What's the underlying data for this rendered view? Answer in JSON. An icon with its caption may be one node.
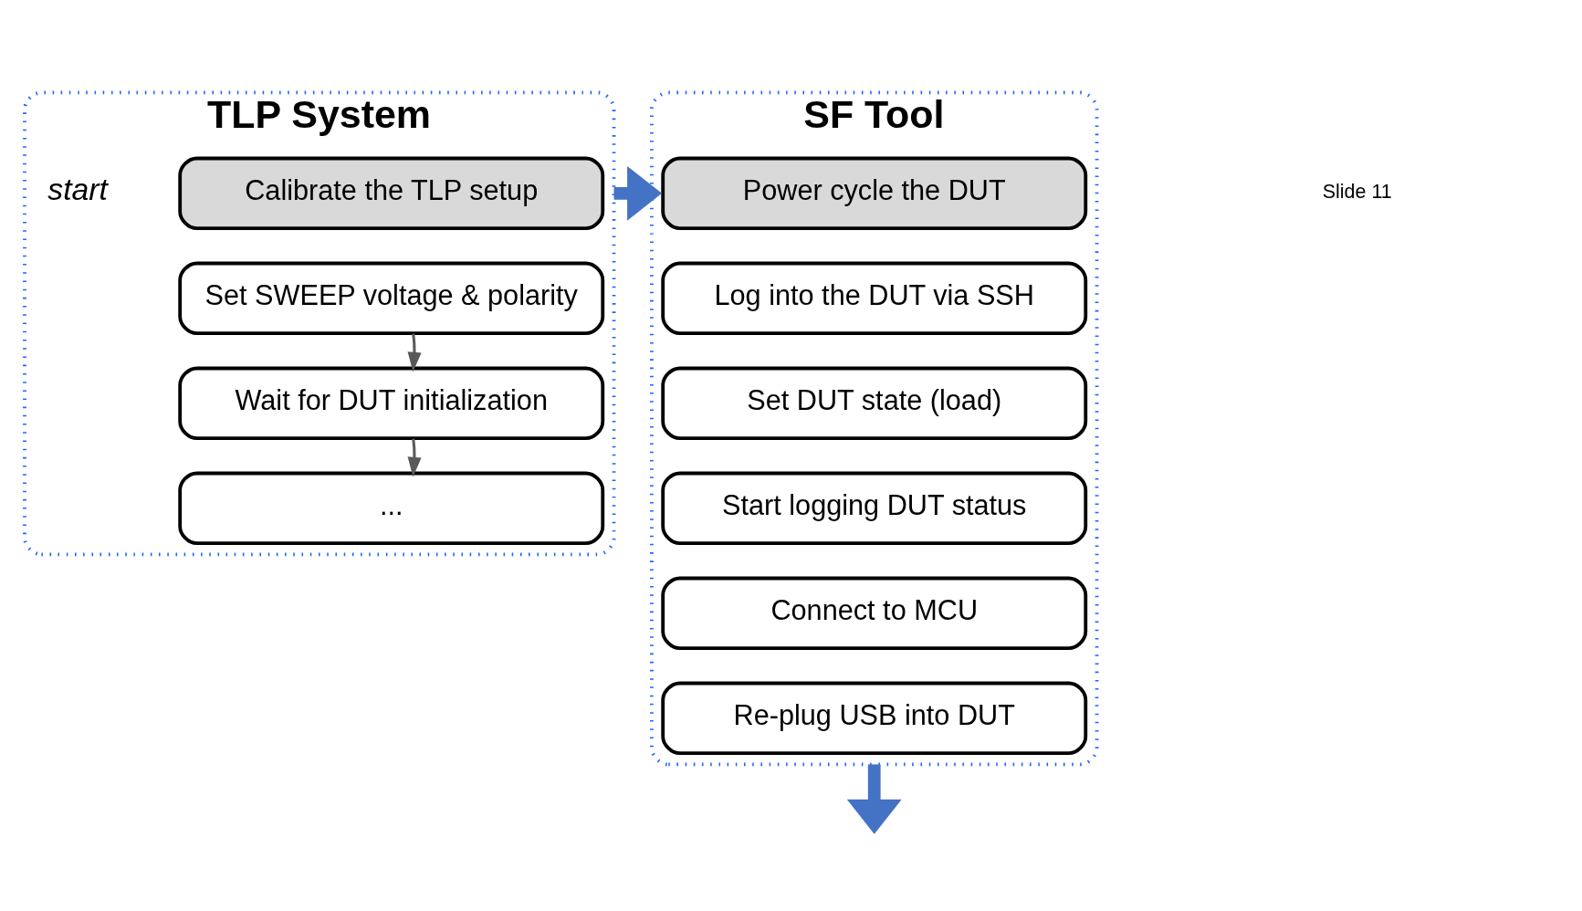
{
  "diagram": {
    "nodes": [
      {
        "text": [
          "TLP System"
        ]
      },
      {
        "text": [
          "Calibrate the TLP setup"
        ],
        "in": 0
      },
      {
        "text": [
          "Set SWEEP voltage & polarity"
        ],
        "in": 0
      },
      {
        "text": [
          "Wait for DUT initialization"
        ],
        "in": 0
      },
      {
        "text": [
          "..."
        ],
        "in": 0
      },
      {
        "text": [
          "SF Tool"
        ]
      },
      {
        "text": [
          "Power cycle the DUT"
        ],
        "in": 5
      },
      {
        "text": [
          "Log into the DUT via SSH"
        ],
        "in": 5
      },
      {
        "text": [
          "Set DUT state (load)"
        ],
        "in": 5
      },
      {
        "text": [
          "Start logging DUT status"
        ],
        "in": 5
      },
      {
        "text": [
          "Connect to MCU"
        ],
        "in": 5
      },
      {
        "text": [
          "Re-plug USB into DUT"
        ],
        "in": 5
      }
    ],
    "edges": [
      {
        "from": 2,
        "to": 3,
        "arrow": "to"
      },
      {
        "from": 3,
        "to": 4,
        "arrow": "to"
      },
      {
        "from": 0,
        "to": 5,
        "arrow": "to",
        "style": "thick",
        "color": "#4472c4"
      },
      {
        "from": 5,
        "to": null,
        "arrow": "to",
        "style": "thick",
        "color": "#4472c4"
      }
    ],
    "labels": [
      "start",
      "Slide 11"
    ]
  }
}
